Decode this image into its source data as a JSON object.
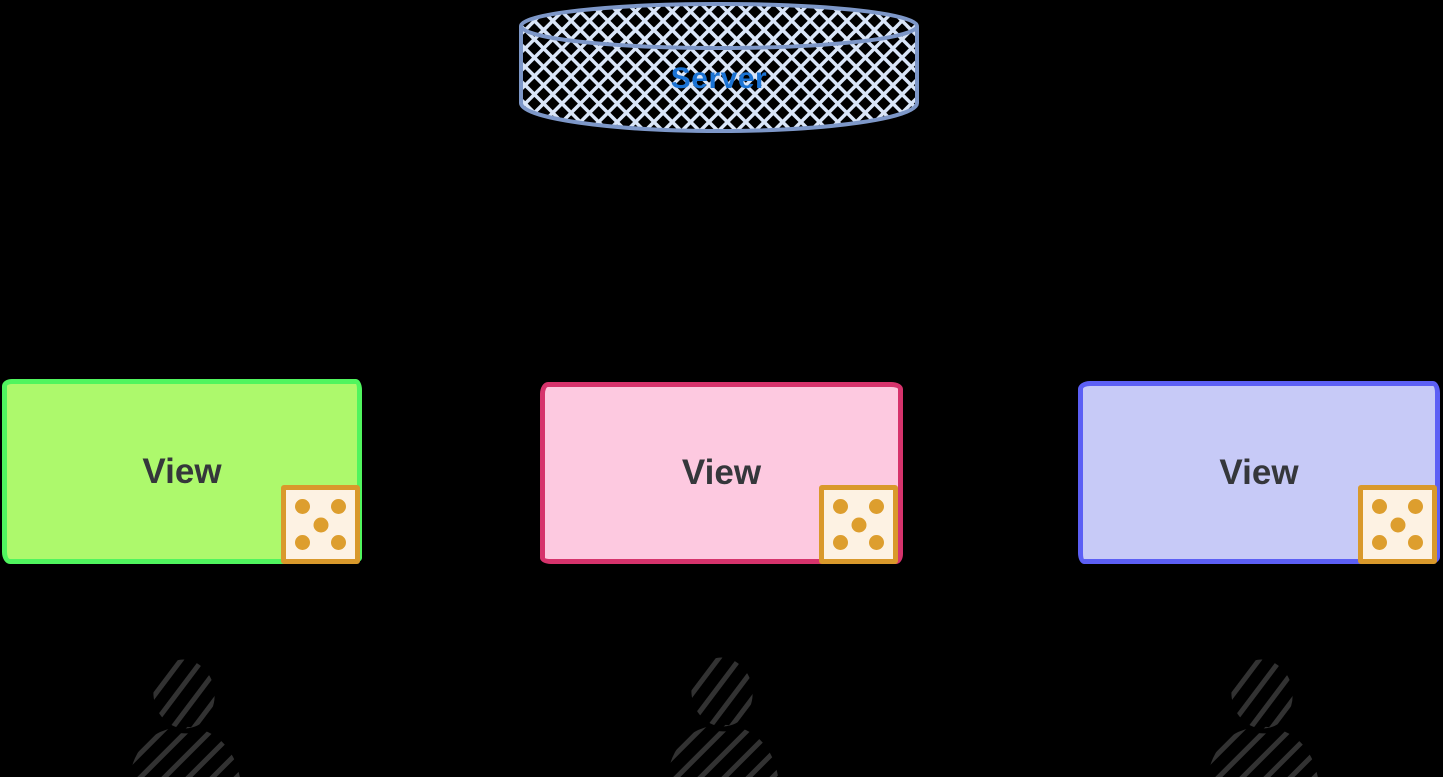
{
  "canvas": {
    "background": "#000000",
    "style": "hand-drawn diagram (excalidraw style)"
  },
  "server": {
    "label": "Server",
    "shape": "cylinder",
    "fill": "#d9e5f8",
    "fill_style": "cross-hatch",
    "stroke": "#7d97c8",
    "label_color": "#1b73d4"
  },
  "views": [
    {
      "label": "View",
      "fill": "#adf96c",
      "stroke": "#50f55e",
      "label_color": "#35373b"
    },
    {
      "label": "View",
      "fill": "#fdc9e0",
      "stroke": "#d6336c",
      "label_color": "#35373b"
    },
    {
      "label": "View",
      "fill": "#c7caf7",
      "stroke": "#5c5ff5",
      "label_color": "#35373b"
    }
  ],
  "dice": {
    "icon": "dice-five-icon",
    "pips": 5,
    "fill": "#fdf2e3",
    "stroke": "#d9992b",
    "pip_color": "#dd9e2e"
  },
  "users": {
    "icon": "user-icon",
    "count": 3,
    "fill": "#323232",
    "fill_style": "diagonal-hatch",
    "stroke": "#000000"
  }
}
